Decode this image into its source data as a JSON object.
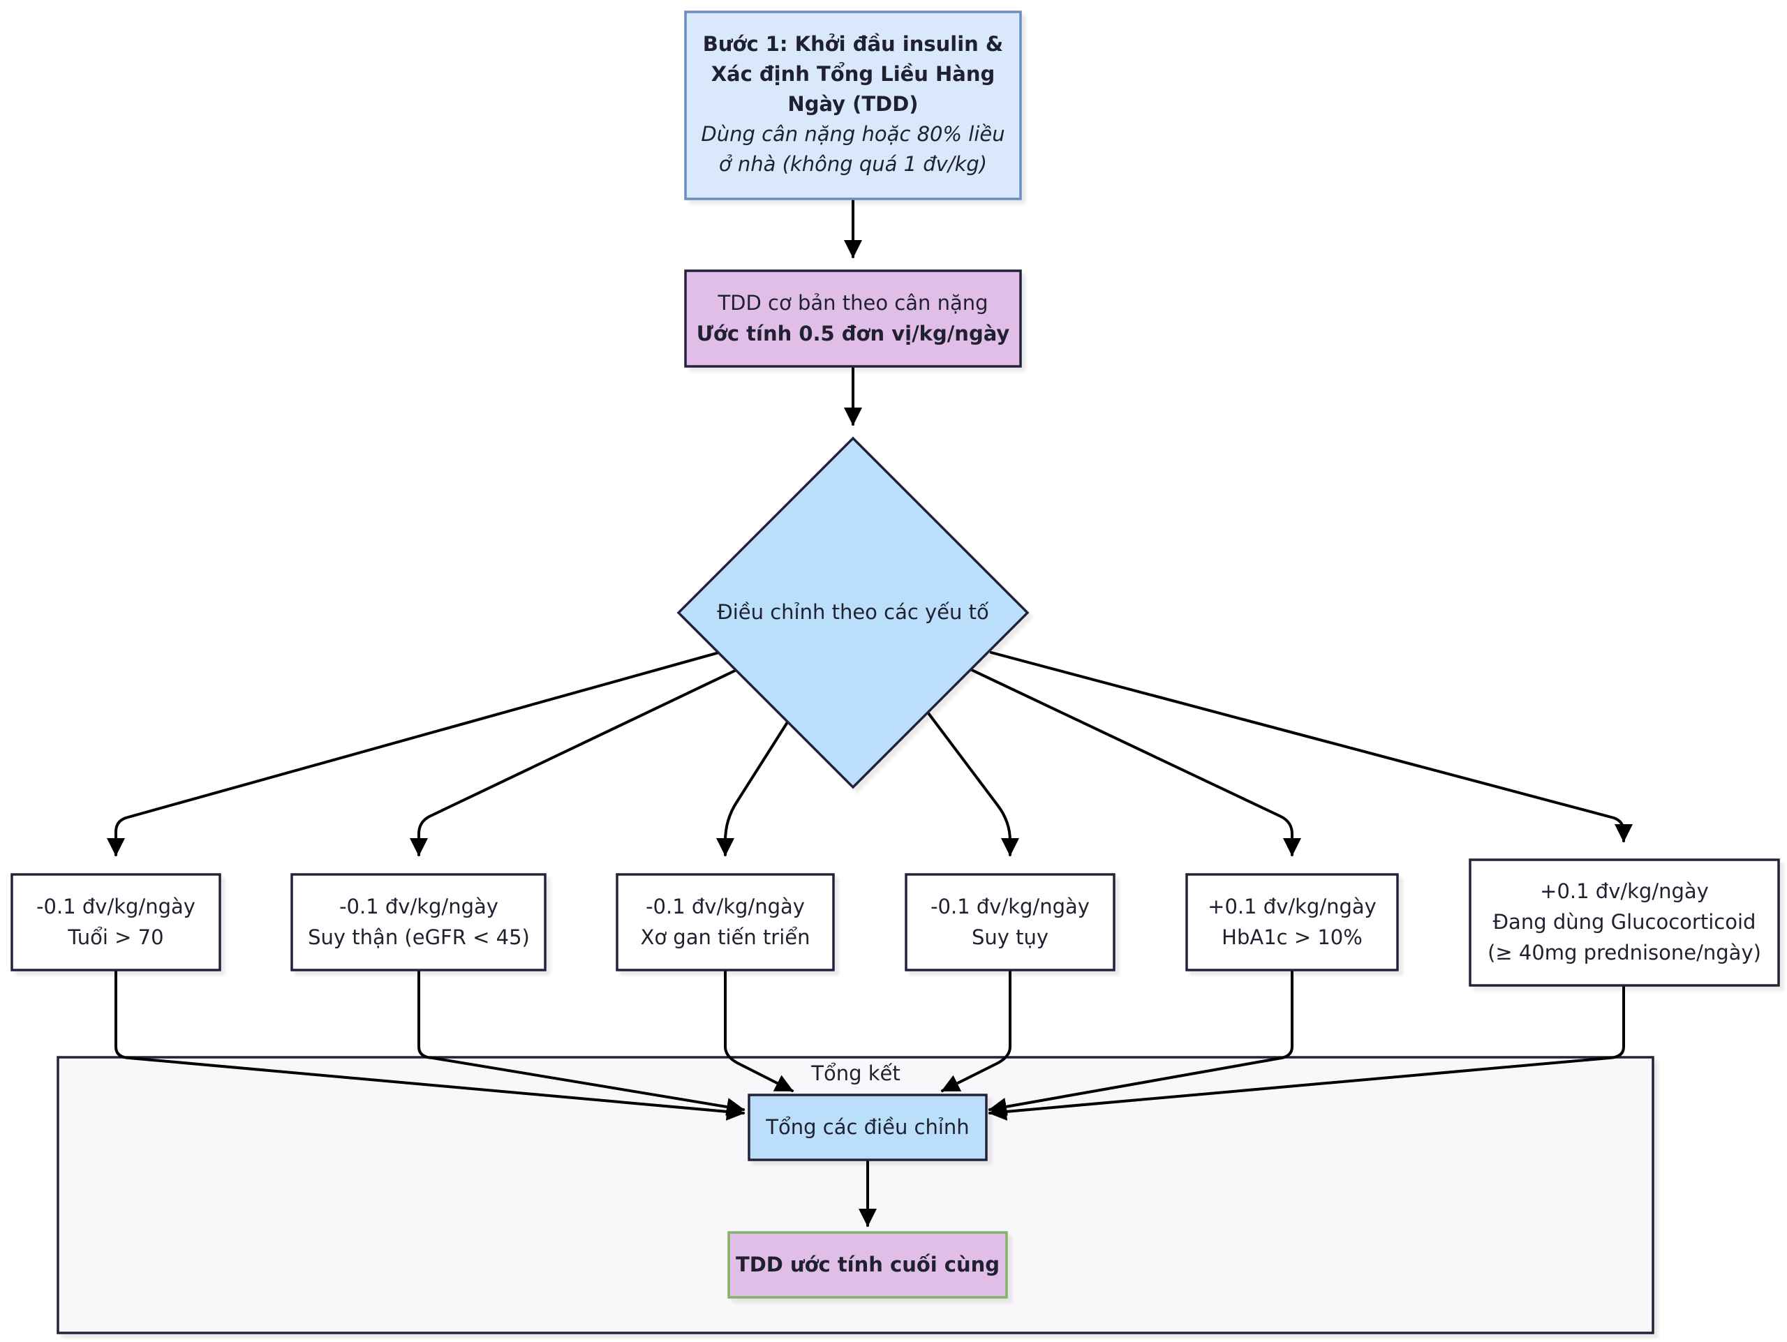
{
  "step1": {
    "title_line1": "Bước 1: Khởi đầu insulin &",
    "title_line2": "Xác định Tổng Liều Hàng",
    "title_line3": "Ngày (TDD)",
    "sub_line1": "Dùng cân nặng hoặc 80% liều",
    "sub_line2": "ở nhà (không quá 1 đv/kg)"
  },
  "base_tdd": {
    "line1": "TDD cơ bản theo cân nặng",
    "line2": "Ước tính 0.5 đơn vị/kg/ngày"
  },
  "decision": {
    "label": "Điều chỉnh theo các yếu tố"
  },
  "factors": [
    {
      "adjust": "-0.1 đv/kg/ngày",
      "condition": "Tuổi > 70"
    },
    {
      "adjust": "-0.1 đv/kg/ngày",
      "condition": "Suy thận (eGFR < 45)"
    },
    {
      "adjust": "-0.1 đv/kg/ngày",
      "condition": "Xơ gan tiến triển"
    },
    {
      "adjust": "-0.1 đv/kg/ngày",
      "condition": "Suy tụy"
    },
    {
      "adjust": "+0.1 đv/kg/ngày",
      "condition": "HbA1c > 10%"
    },
    {
      "adjust": "+0.1 đv/kg/ngày",
      "condition": "Đang dùng Glucocorticoid",
      "condition2": "(≥ 40mg prednisone/ngày)"
    }
  ],
  "summary_group": {
    "title": "Tổng kết",
    "sum_node": "Tổng các điều chỉnh",
    "final_node": "TDD ước tính cuối cùng"
  },
  "colors": {
    "step1_fill": "#dae8fc",
    "step1_stroke": "#6c8ebf",
    "purple_fill": "#e1bee7",
    "blue_fill": "#bbdefb",
    "group_fill": "#f8f8fb",
    "final_stroke": "#82b366",
    "dark_stroke": "#24243a"
  }
}
